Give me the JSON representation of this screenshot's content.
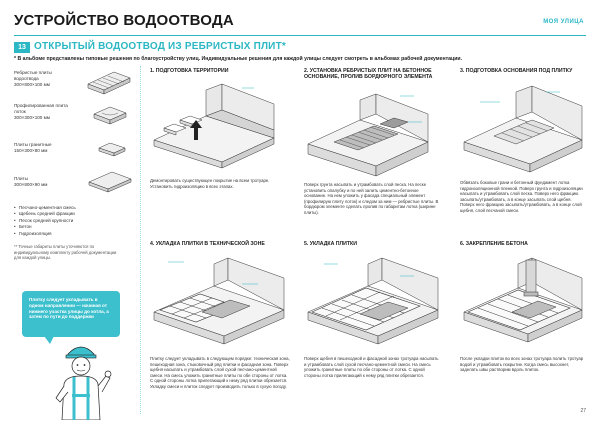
{
  "header": {
    "title": "УСТРОЙСТВО ВОДООТВОДА",
    "brand": "МОЯ УЛИЦА"
  },
  "section": {
    "number": "13",
    "title": "ОТКРЫТЫЙ ВОДООТВОД ИЗ РЕБРИСТЫХ ПЛИТ*"
  },
  "note": "* В альбоме представлены типовые решения по благоустройству улиц. Индивидуальные решения для каждой улицы следует смотреть в альбомах рабочей документации.",
  "legend": [
    {
      "label": "Ребристые плиты водоотвода",
      "size": "300×800×100 мм"
    },
    {
      "label": "Профилированная плита лоток",
      "size": "300×300×100 мм"
    },
    {
      "label": "Плиты гранитные",
      "size": "150×300×80 мм"
    },
    {
      "label": "Плиты",
      "size": "300×800×90 мм"
    }
  ],
  "materials": [
    "Песчано-цементная смесь",
    "Щебень средней фракции",
    "Песок средней крупности",
    "Бетон",
    "Гидроизоляция"
  ],
  "dim_note": "** Точные габариты плиты уточняются по индивидуальному комплекту рабочей документации для каждой улицы.",
  "bubble": "Плитку следует укладывать в одном направлении — начиная от нижнего участка улицы до котла, а затем по пути до поддержки",
  "steps": [
    {
      "title": "1. ПОДГОТОВКА ТЕРРИТОРИИ",
      "caption": "Демонтировать существующее покрытие на всем тротуаре. Установить гидроизоляцию в всех этапах."
    },
    {
      "title": "2. УСТАНОВКА РЕБРИСТЫХ ПЛИТ НА БЕТОННОЕ ОСНОВАНИЕ, ПРОЛИВ БОРДЮРНОГО ЭЛЕМЕНТА",
      "caption": "Поверх грунта насыпать и утрамбовать слой песка. На песке установить опалубку и по ней залить цементно-бетонное основание. На нем уложить у фасада специальный элемент (профилирую плиту лоток) и следом за ним — ребристые плиты. В бордюром элементе сделать пролив по габаритам лотка (ширине плиты)."
    },
    {
      "title": "3. ПОДГОТОВКА ОСНОВАНИЯ ПОД ПЛИТКУ",
      "caption": "Обвязать боковые грани и бетонный фундамент лотка гидроизоляционной пленкой. Поверх грунта и гидроизоляции насыпать и утрамбовать слой песка. Поверх него фракцию засыпать/утрамбовать, а в конце засыпать слой щебня. Поверх него фракцию засыпать/утрамбовать, а в конце слой щебня, слой песчаной смеси."
    },
    {
      "title": "4. УКЛАДКА ПЛИТКИ В ТЕХНИЧЕСКОЙ ЗОНЕ",
      "caption": "Плитку следует укладывать в следующем порядке: техническая зона, пешеходная зона, стыковочный ряд плитки и фасадная зона. Поверх щебня насыпать и утрамбовать слой сухой песчано-цементной смеси. На смесь уложить гранитные плиты по обе стороны от лотка. С одной стороны лотка прилегающий к нему ряд плитки обрезается. Укладку смеси и плиток следует производить только в сухую погоду."
    },
    {
      "title": "5. УКЛАДКА ПЛИТКИ",
      "caption": "Поверх щебня в пешеходной и фасадной зонах тротуара насыпать и утрамбовать слой сухой песчано-цементной смеси. На смесь уложить гранитные плиты по обе стороны от лотка. С одной стороны лотка прилегающий к нему ряд плитки обрезается."
    },
    {
      "title": "6. ЗАКРЕПЛЕНИЕ БЕТОНА",
      "caption": "После укладки плиток во всех зонах тротуара полить тротуар водой и утрамбовать покрытие. Когда смесь высохнет, заделать швы растворим вдоль плиток."
    }
  ],
  "page_number": "27",
  "colors": {
    "accent": "#2bb7c4",
    "bubble": "#3dc0cd",
    "text": "#222222"
  }
}
